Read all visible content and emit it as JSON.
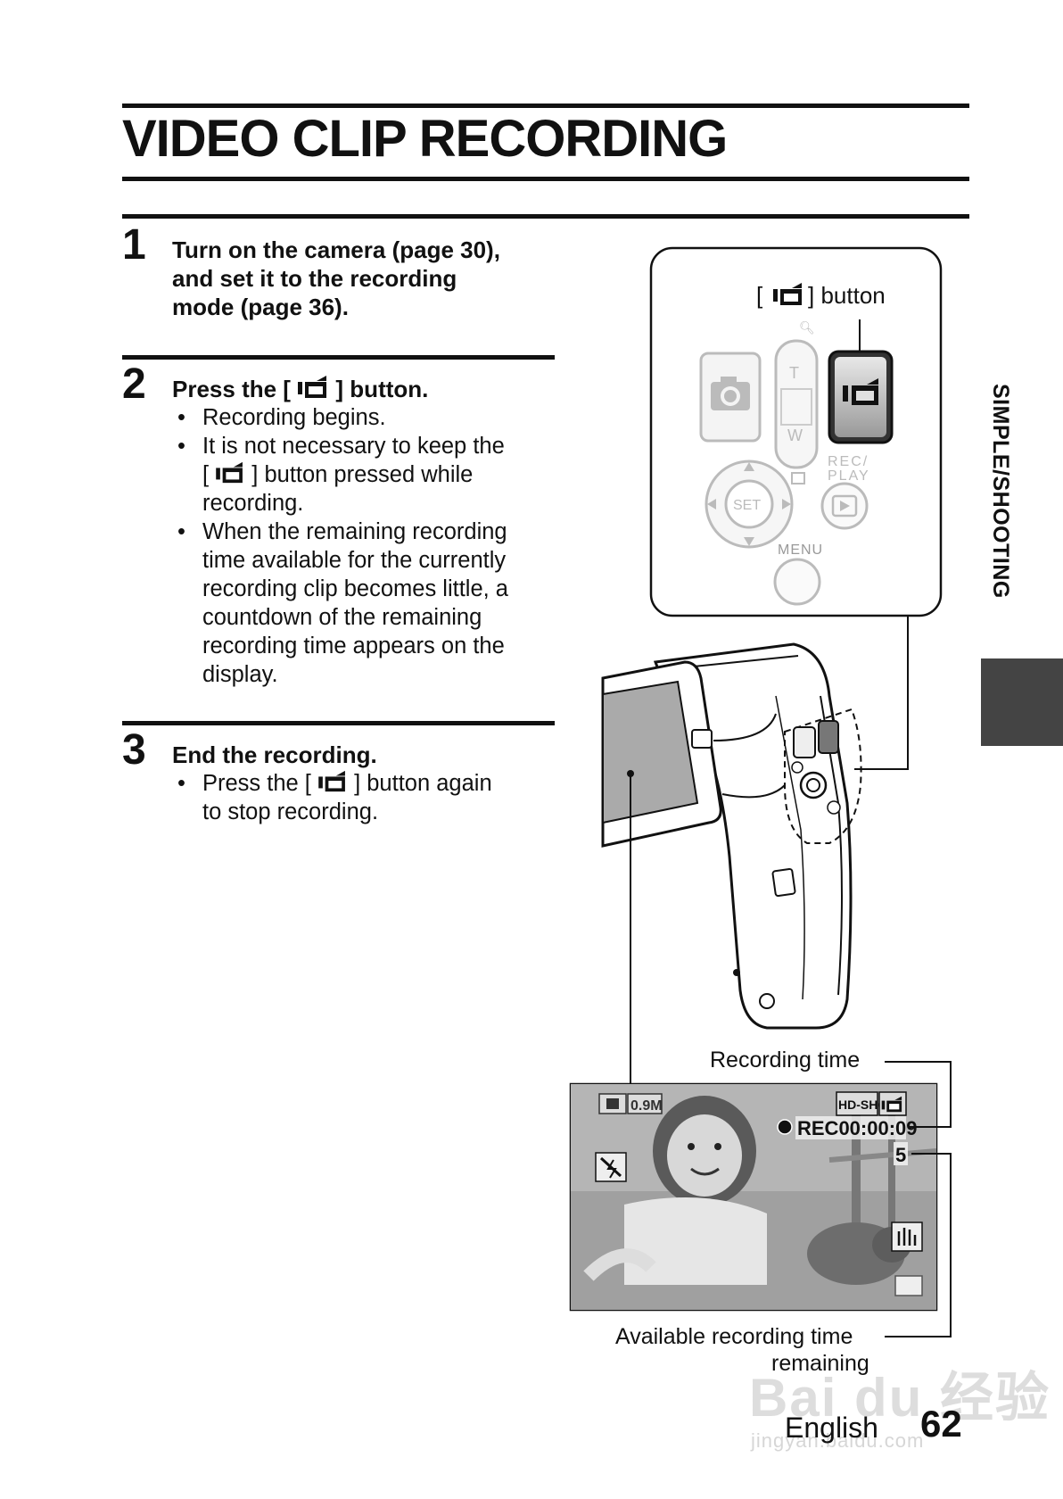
{
  "title": "VIDEO CLIP RECORDING",
  "steps": [
    {
      "number": "1",
      "heading": "Turn on the camera (page 30), and set it to the recording mode (page 36).",
      "heading_lines": [
        "Turn on the camera (page 30),",
        "and set it to the recording",
        "mode (page 36)."
      ]
    },
    {
      "number": "2",
      "heading_before": "Press the [",
      "heading_after": "] button.",
      "bullets": [
        {
          "text": "Recording begins."
        },
        {
          "before": "It is not necessary to keep the",
          "line2_before": "[",
          "line2_after": "] button pressed while",
          "line3": "recording."
        },
        {
          "text_lines": [
            "When the remaining recording",
            "time available for the currently",
            "recording clip becomes little, a",
            "countdown of the remaining",
            "recording time appears on the",
            "display."
          ]
        }
      ]
    },
    {
      "number": "3",
      "heading": "End the recording.",
      "bullets": [
        {
          "before": "Press the [",
          "after": "] button again",
          "line2": "to stop recording."
        }
      ]
    }
  ],
  "figure": {
    "button_label_before": "[",
    "button_label_after": "] button",
    "zoom_t": "T",
    "zoom_w": "W",
    "rec_play": [
      "REC/",
      "PLAY"
    ],
    "set": "SET",
    "menu": "MENU",
    "screen": {
      "image_size": "0.9M",
      "mode": "HD-SHQ",
      "rec_time": "REC00:00:09",
      "remaining": "5"
    },
    "callout_recording_time": "Recording time",
    "callout_available": [
      "Available recording time",
      "remaining"
    ]
  },
  "side_tab": "SIMPLE/SHOOTING",
  "footer": {
    "language": "English",
    "page": "62"
  },
  "watermark": {
    "main": "Bai du 经验",
    "sub": "jingyan.baidu.com"
  }
}
